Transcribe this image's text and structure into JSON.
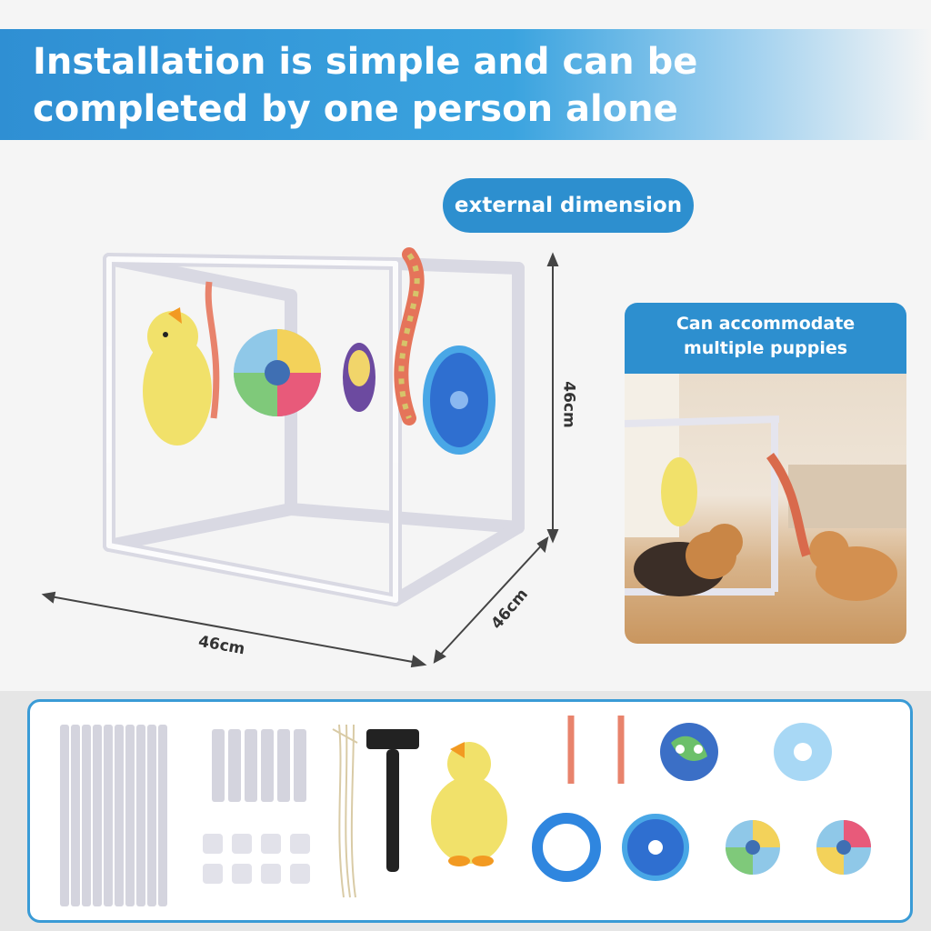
{
  "header": {
    "title": "Installation is simple and can be completed by one person alone"
  },
  "pill": {
    "label": "external dimension"
  },
  "dimensions": {
    "width": "46cm",
    "depth": "46cm",
    "height": "46cm"
  },
  "card": {
    "title_line1": "Can accommodate",
    "title_line2": "multiple puppies"
  },
  "colors": {
    "accent": "#2d8fcf",
    "panel_border": "#3a9bd6"
  }
}
